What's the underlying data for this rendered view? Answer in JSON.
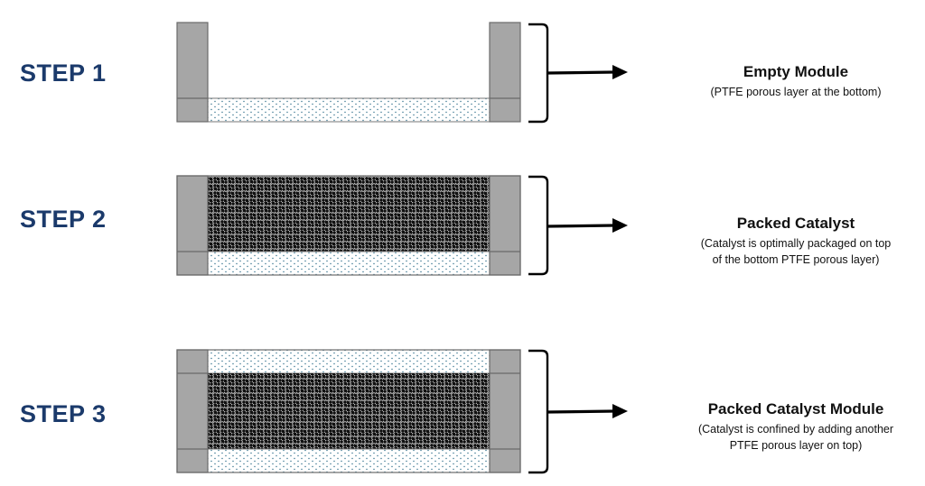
{
  "colors": {
    "step_label": "#1b3a6b",
    "wall": "#a6a6a6",
    "wall_border": "#5a5a5a",
    "catalyst": "#111111",
    "arrow": "#000000"
  },
  "steps": [
    {
      "label": "STEP 1",
      "title": "Empty Module",
      "subtitle_lines": [
        "(PTFE porous layer at the bottom)"
      ]
    },
    {
      "label": "STEP 2",
      "title": "Packed Catalyst",
      "subtitle_lines": [
        "(Catalyst is optimally packaged on top",
        "of the bottom PTFE porous layer)"
      ]
    },
    {
      "label": "STEP 3",
      "title": "Packed Catalyst Module",
      "subtitle_lines": [
        "(Catalyst is confined by adding another",
        "PTFE porous layer on top)"
      ]
    }
  ]
}
